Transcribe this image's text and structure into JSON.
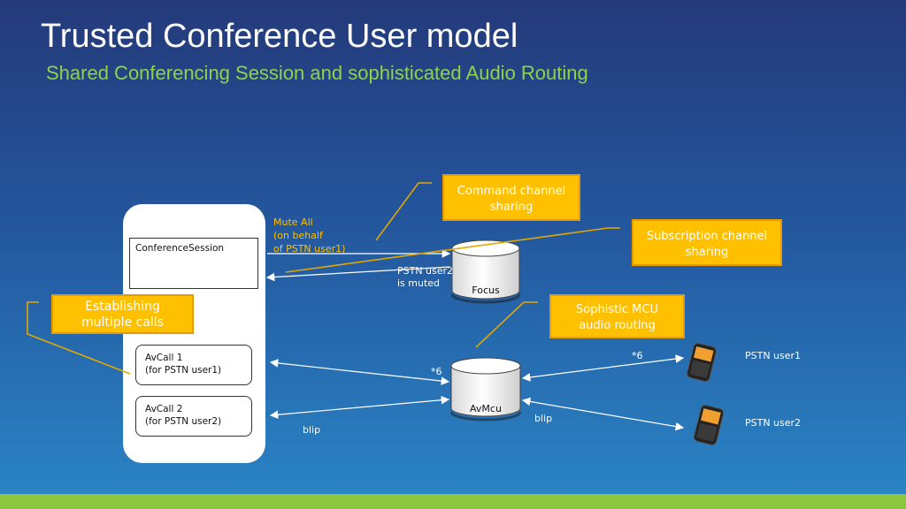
{
  "title": "Trusted Conference User model",
  "subtitle": "Shared Conferencing Session and sophisticated Audio Routing",
  "client": {
    "session_label": "ConferenceSession",
    "avcall1": [
      "AvCall 1",
      "(for PSTN user1)"
    ],
    "avcall2": [
      "AvCall 2",
      "(for PSTN user2)"
    ]
  },
  "callouts": {
    "command": [
      "Command channel",
      "sharing"
    ],
    "subscription": [
      "Subscription channel",
      "sharing"
    ],
    "mcu": [
      "Sophistic MCU",
      "audio routing"
    ],
    "establishing": [
      "Establishing",
      "multiple calls"
    ]
  },
  "servers": {
    "focus": "Focus",
    "avmcu": "AvMcu"
  },
  "labels": {
    "mute_all": [
      "Mute All",
      "(on behalf",
      "of PSTN user1)"
    ],
    "pstn_muted": [
      "PSTN user2",
      "is  muted"
    ],
    "star6_left": "*6",
    "star6_right": "*6",
    "blip_left": "blip",
    "blip_right": "blip"
  },
  "phones": {
    "user1": "PSTN user1",
    "user2": "PSTN user2"
  },
  "colors": {
    "callout": "#ffc000",
    "subtitle": "#8dd44a",
    "bottom_bar": "#8cc63f"
  }
}
